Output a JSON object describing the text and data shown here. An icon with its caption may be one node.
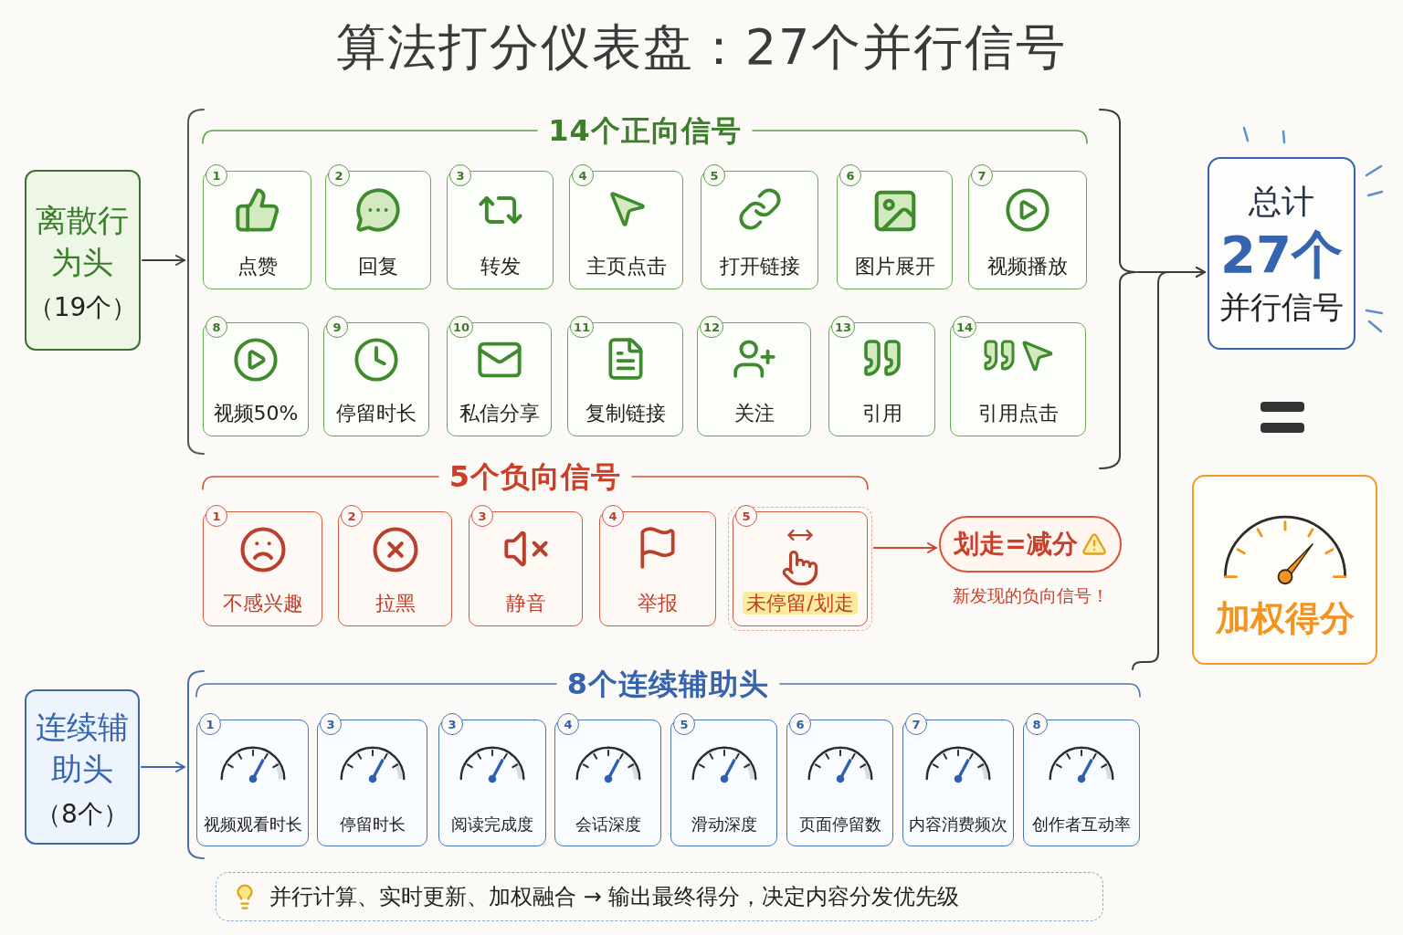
{
  "diagram": {
    "title": "算法打分仪表盘：27个并行信号",
    "caption": "并行计算、实时更新、加权融合 → 输出最终得分，决定内容分发优先级",
    "nodes": [
      {
        "text": [
          "离散行为头",
          "（19个）"
        ]
      },
      {
        "text": [
          "14个正向信号"
        ]
      },
      {
        "text": [
          "1",
          "点赞"
        ],
        "in": 1
      },
      {
        "text": [
          "2",
          "回复"
        ],
        "in": 1
      },
      {
        "text": [
          "3",
          "转发"
        ],
        "in": 1
      },
      {
        "text": [
          "4",
          "主页点击"
        ],
        "in": 1
      },
      {
        "text": [
          "5",
          "打开链接"
        ],
        "in": 1
      },
      {
        "text": [
          "6",
          "图片展开"
        ],
        "in": 1
      },
      {
        "text": [
          "7",
          "视频播放"
        ],
        "in": 1
      },
      {
        "text": [
          "8",
          "视频50%"
        ],
        "in": 1
      },
      {
        "text": [
          "9",
          "停留时长"
        ],
        "in": 1
      },
      {
        "text": [
          "10",
          "私信分享"
        ],
        "in": 1
      },
      {
        "text": [
          "11",
          "复制链接"
        ],
        "in": 1
      },
      {
        "text": [
          "12",
          "关注"
        ],
        "in": 1
      },
      {
        "text": [
          "13",
          "引用"
        ],
        "in": 1
      },
      {
        "text": [
          "14",
          "引用点击"
        ],
        "in": 1
      },
      {
        "text": [
          "5个负向信号"
        ]
      },
      {
        "text": [
          "1",
          "不感兴趣"
        ]
      },
      {
        "text": [
          "2",
          "拉黑"
        ]
      },
      {
        "text": [
          "3",
          "静音"
        ]
      },
      {
        "text": [
          "4",
          "举报"
        ]
      },
      {
        "text": [
          "5",
          "未停留/划走"
        ]
      },
      {
        "text": [
          "划走=减分"
        ],
        "beside": [
          "新发现的负向信号！"
        ]
      },
      {
        "text": [
          "连续辅助头",
          "（8个）"
        ]
      },
      {
        "text": [
          "8个连续辅助头"
        ]
      },
      {
        "text": [
          "1",
          "视频观看时长"
        ],
        "in": 24
      },
      {
        "text": [
          "3",
          "停留时长"
        ],
        "in": 24
      },
      {
        "text": [
          "3",
          "阅读完成度"
        ],
        "in": 24
      },
      {
        "text": [
          "4",
          "会话深度"
        ],
        "in": 24
      },
      {
        "text": [
          "5",
          "滑动深度"
        ],
        "in": 24
      },
      {
        "text": [
          "6",
          "页面停留数"
        ],
        "in": 24
      },
      {
        "text": [
          "7",
          "内容消费频次"
        ],
        "in": 24
      },
      {
        "text": [
          "8",
          "创作者互动率"
        ],
        "in": 24
      },
      {
        "text": [
          "总计",
          "27个",
          "并行信号"
        ]
      },
      {
        "text": [
          "加权得分"
        ]
      }
    ],
    "edges": [
      {
        "from": 0,
        "to": 1,
        "arrow": "to"
      },
      {
        "from": 21,
        "to": 22,
        "arrow": "to",
        "color": "#d0452f"
      },
      {
        "from": 23,
        "to": 24,
        "arrow": "to",
        "color": "#3a68b0"
      },
      {
        "from": 1,
        "to": 33,
        "arrow": "to"
      },
      {
        "from": 24,
        "to": 33,
        "arrow": "to"
      }
    ]
  }
}
